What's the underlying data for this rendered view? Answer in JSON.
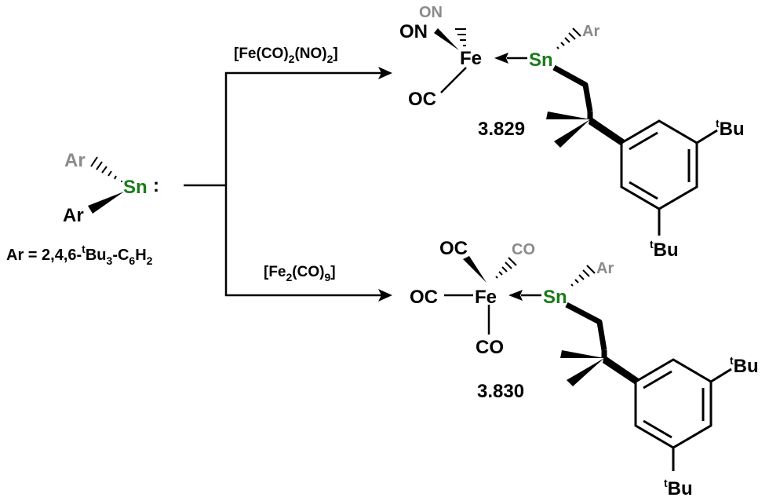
{
  "colors": {
    "black": "#000000",
    "tin": "#1a7a1a",
    "ligand_grey": "#8a8a8a"
  },
  "reactant": {
    "ar_top": "Ar",
    "ar_bottom": "Ar",
    "metal": "Sn",
    "lone_pair": ":",
    "definition": {
      "prefix": "Ar = 2,4,6-",
      "sup": "t",
      "tbu": "Bu",
      "sub3": "3",
      "mid": "-C",
      "sub6": "6",
      "h": "H",
      "sub2": "2"
    }
  },
  "reaction_top": {
    "reagent": {
      "a": "[Fe(CO)",
      "s1": "2",
      "b": "(NO)",
      "s2": "2",
      "c": "]"
    },
    "product": {
      "fe": "Fe",
      "sn": "Sn",
      "no_grey": "ON",
      "no_black": "ON",
      "co": "OC",
      "ar": "Ar",
      "tbu_sup": "t",
      "tbu": "Bu",
      "label": "3.829"
    }
  },
  "reaction_bottom": {
    "reagent": {
      "a": "[Fe",
      "s1": "2",
      "b": "(CO)",
      "s2": "9",
      "c": "]"
    },
    "product": {
      "fe": "Fe",
      "sn": "Sn",
      "co_left": "OC",
      "co_upper_left": "OC",
      "co_upper_right": "CO",
      "co_down": "CO",
      "ar": "Ar",
      "tbu_sup": "t",
      "tbu": "Bu",
      "label": "3.830"
    }
  }
}
